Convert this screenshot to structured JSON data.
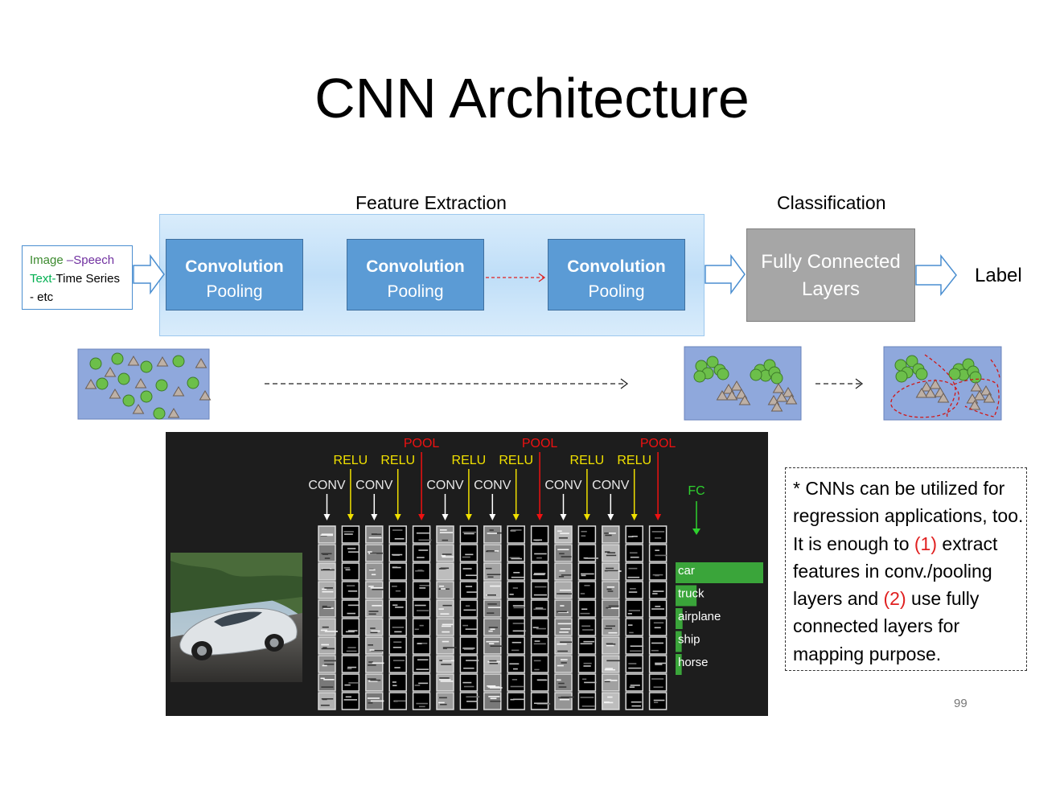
{
  "slide": {
    "title": "CNN Architecture",
    "page_number": "99"
  },
  "pipeline": {
    "feature_extraction_label": "Feature Extraction",
    "classification_label": "Classification",
    "input": {
      "image": "Image",
      "sep1": " –",
      "speech": "Speech",
      "text": "Text",
      "sep2": "-",
      "time_series": "Time Series",
      "etc": "- etc"
    },
    "blocks": [
      {
        "bold": "Convolution",
        "sub": "Pooling"
      },
      {
        "bold": "Convolution",
        "sub": "Pooling"
      },
      {
        "bold": "Convolution",
        "sub": "Pooling"
      }
    ],
    "fc": {
      "line1": "Fully Connected",
      "line2": "Layers"
    },
    "output_label": "Label"
  },
  "network": {
    "layers": [
      {
        "name": "CONV",
        "type": "conv"
      },
      {
        "name": "RELU",
        "type": "relu"
      },
      {
        "name": "CONV",
        "type": "conv"
      },
      {
        "name": "RELU",
        "type": "relu"
      },
      {
        "name": "POOL",
        "type": "pool"
      },
      {
        "name": "CONV",
        "type": "conv"
      },
      {
        "name": "RELU",
        "type": "relu"
      },
      {
        "name": "CONV",
        "type": "conv"
      },
      {
        "name": "RELU",
        "type": "relu"
      },
      {
        "name": "POOL",
        "type": "pool"
      },
      {
        "name": "CONV",
        "type": "conv"
      },
      {
        "name": "RELU",
        "type": "relu"
      },
      {
        "name": "CONV",
        "type": "conv"
      },
      {
        "name": "RELU",
        "type": "relu"
      },
      {
        "name": "POOL",
        "type": "pool"
      }
    ],
    "fc_label": "FC",
    "classes": [
      {
        "label": "car",
        "score": 1.0
      },
      {
        "label": "truck",
        "score": 0.24
      },
      {
        "label": "airplane",
        "score": 0.08
      },
      {
        "label": "ship",
        "score": 0.07
      },
      {
        "label": "horse",
        "score": 0.07
      }
    ],
    "colors": {
      "conv": "#ffffff",
      "relu": "#f0e000",
      "pool": "#ee1111",
      "fc": "#2ed12e",
      "bar": "#3aa53a"
    }
  },
  "note": {
    "line1": "* CNNs can be utilized for",
    "line2": "regression applications, too.",
    "line3a": "It is enough to ",
    "line3b": "(1)",
    "line3c": " extract",
    "line4": "features in conv./pooling",
    "line5a": "layers and ",
    "line5b": "(2)",
    "line5c": " use fully",
    "line6": "connected layers for",
    "line7": "mapping purpose."
  }
}
